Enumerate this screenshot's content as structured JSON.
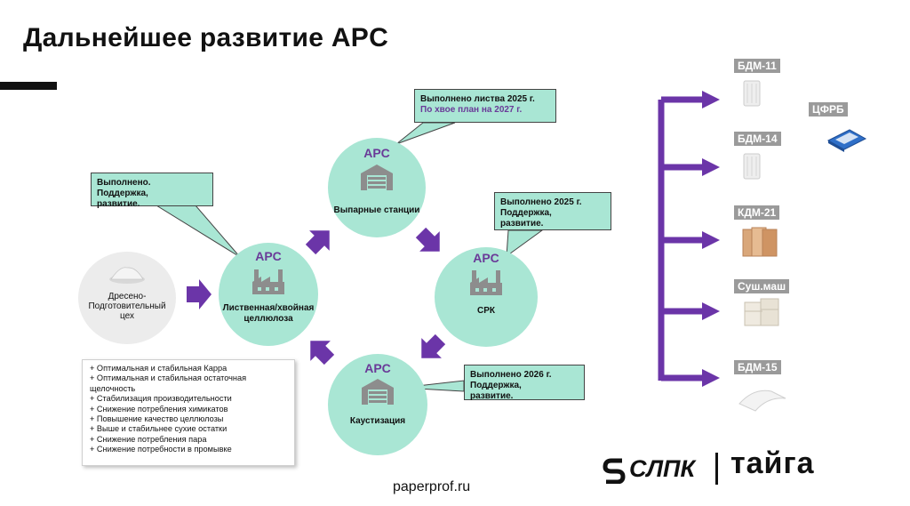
{
  "title": "Дальнейшее развитие APC",
  "nodes": {
    "prep": {
      "label": "Дресено-Подготовительный цех"
    },
    "pulp": {
      "apc": "APC",
      "label": "Лиственная/хвойная целлюлоза"
    },
    "evap": {
      "apc": "APC",
      "label": "Выпарные станции"
    },
    "srk": {
      "apc": "APC",
      "label": "СРК"
    },
    "caust": {
      "apc": "APC",
      "label": "Каустизация"
    }
  },
  "callouts": {
    "pulp": {
      "line1": "Выполнено.",
      "line2": "Поддержка,",
      "line3": "развитие."
    },
    "evap": {
      "line1": "Выполнено листва 2025 г.",
      "line2": "По хвое план на 2027 г."
    },
    "srk": {
      "line1": "Выполнено 2025 г.",
      "line2": "Поддержка,",
      "line3": "развитие."
    },
    "caust": {
      "line1": "Выполнено 2026 г.",
      "line2": "Поддержка,",
      "line3": "развитие."
    }
  },
  "benefits": [
    "+ Оптимальная и стабильная Карра",
    "+ Оптимальная и стабильная остаточная",
    "щелочность",
    "+ Стабилизация производительности",
    "+ Снижение потребления химикатов",
    "+ Повышение качество целлюлозы",
    "+ Выше и стабильнее сухие остатки",
    "+ Снижение потребления пара",
    "+ Снижение потребности в промывке"
  ],
  "products": [
    {
      "label": "БДМ-11",
      "icon": "paper-roll-icon"
    },
    {
      "label": "БДМ-14",
      "icon": "paper-roll-icon"
    },
    {
      "label": "КДМ-21",
      "icon": "sack-icon"
    },
    {
      "label": "Суш.маш",
      "icon": "pulp-bales-icon"
    },
    {
      "label": "БДМ-15",
      "icon": "paper-sheet-icon"
    }
  ],
  "cfrb": {
    "label": "ЦФРБ",
    "icon": "paper-pack-icon"
  },
  "logos": {
    "slpk": "СЛПК",
    "taiga": "тайга"
  },
  "site": "paperprof.ru",
  "colors": {
    "accent": "#6a3a98",
    "node": "#a9e6d4",
    "arrow": "#6b35a8"
  }
}
